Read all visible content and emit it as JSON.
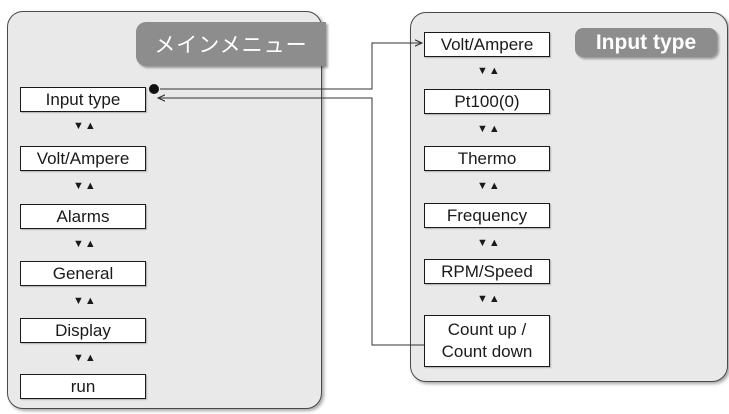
{
  "main_menu": {
    "title": "メインメニュー",
    "items": [
      {
        "label": "Input type"
      },
      {
        "label": "Volt/Ampere"
      },
      {
        "label": "Alarms"
      },
      {
        "label": "General"
      },
      {
        "label": "Display"
      },
      {
        "label": "run"
      }
    ]
  },
  "input_type_menu": {
    "title": "Input type",
    "items": [
      {
        "label": "Volt/Ampere"
      },
      {
        "label": "Pt100(0)"
      },
      {
        "label": "Thermo"
      },
      {
        "label": "Frequency"
      },
      {
        "label": "RPM/Speed"
      },
      {
        "label": "Count up /\nCount down"
      }
    ]
  },
  "navigation_symbol": "▼▲"
}
